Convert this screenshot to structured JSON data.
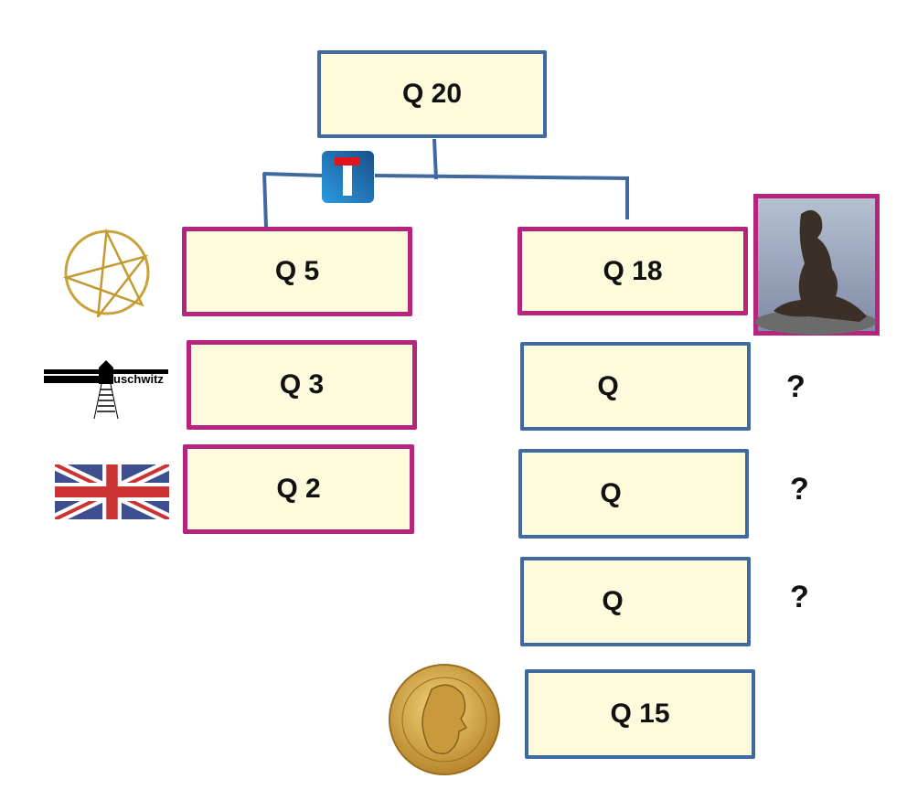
{
  "nodes": {
    "root": "Q 20",
    "left": [
      "Q 5",
      "Q 3",
      "Q 2"
    ],
    "right": [
      "Q 18",
      "Q",
      "Q",
      "Q",
      "Q 15"
    ]
  },
  "unknown_marks": [
    "?",
    "?",
    "?"
  ],
  "icons": {
    "connector": "dead-end-road-sign",
    "q5": "pentagram-icon",
    "q3": "auschwitz-gate-logo",
    "q3_logo_text": "uschwitz",
    "q2": "union-jack-flag",
    "q18": "little-mermaid-statue",
    "q15": "gold-coin-louis-xiii"
  },
  "colors": {
    "blue": "#3e6aa1",
    "magenta": "#b5257e",
    "fill": "#fefbdc"
  }
}
